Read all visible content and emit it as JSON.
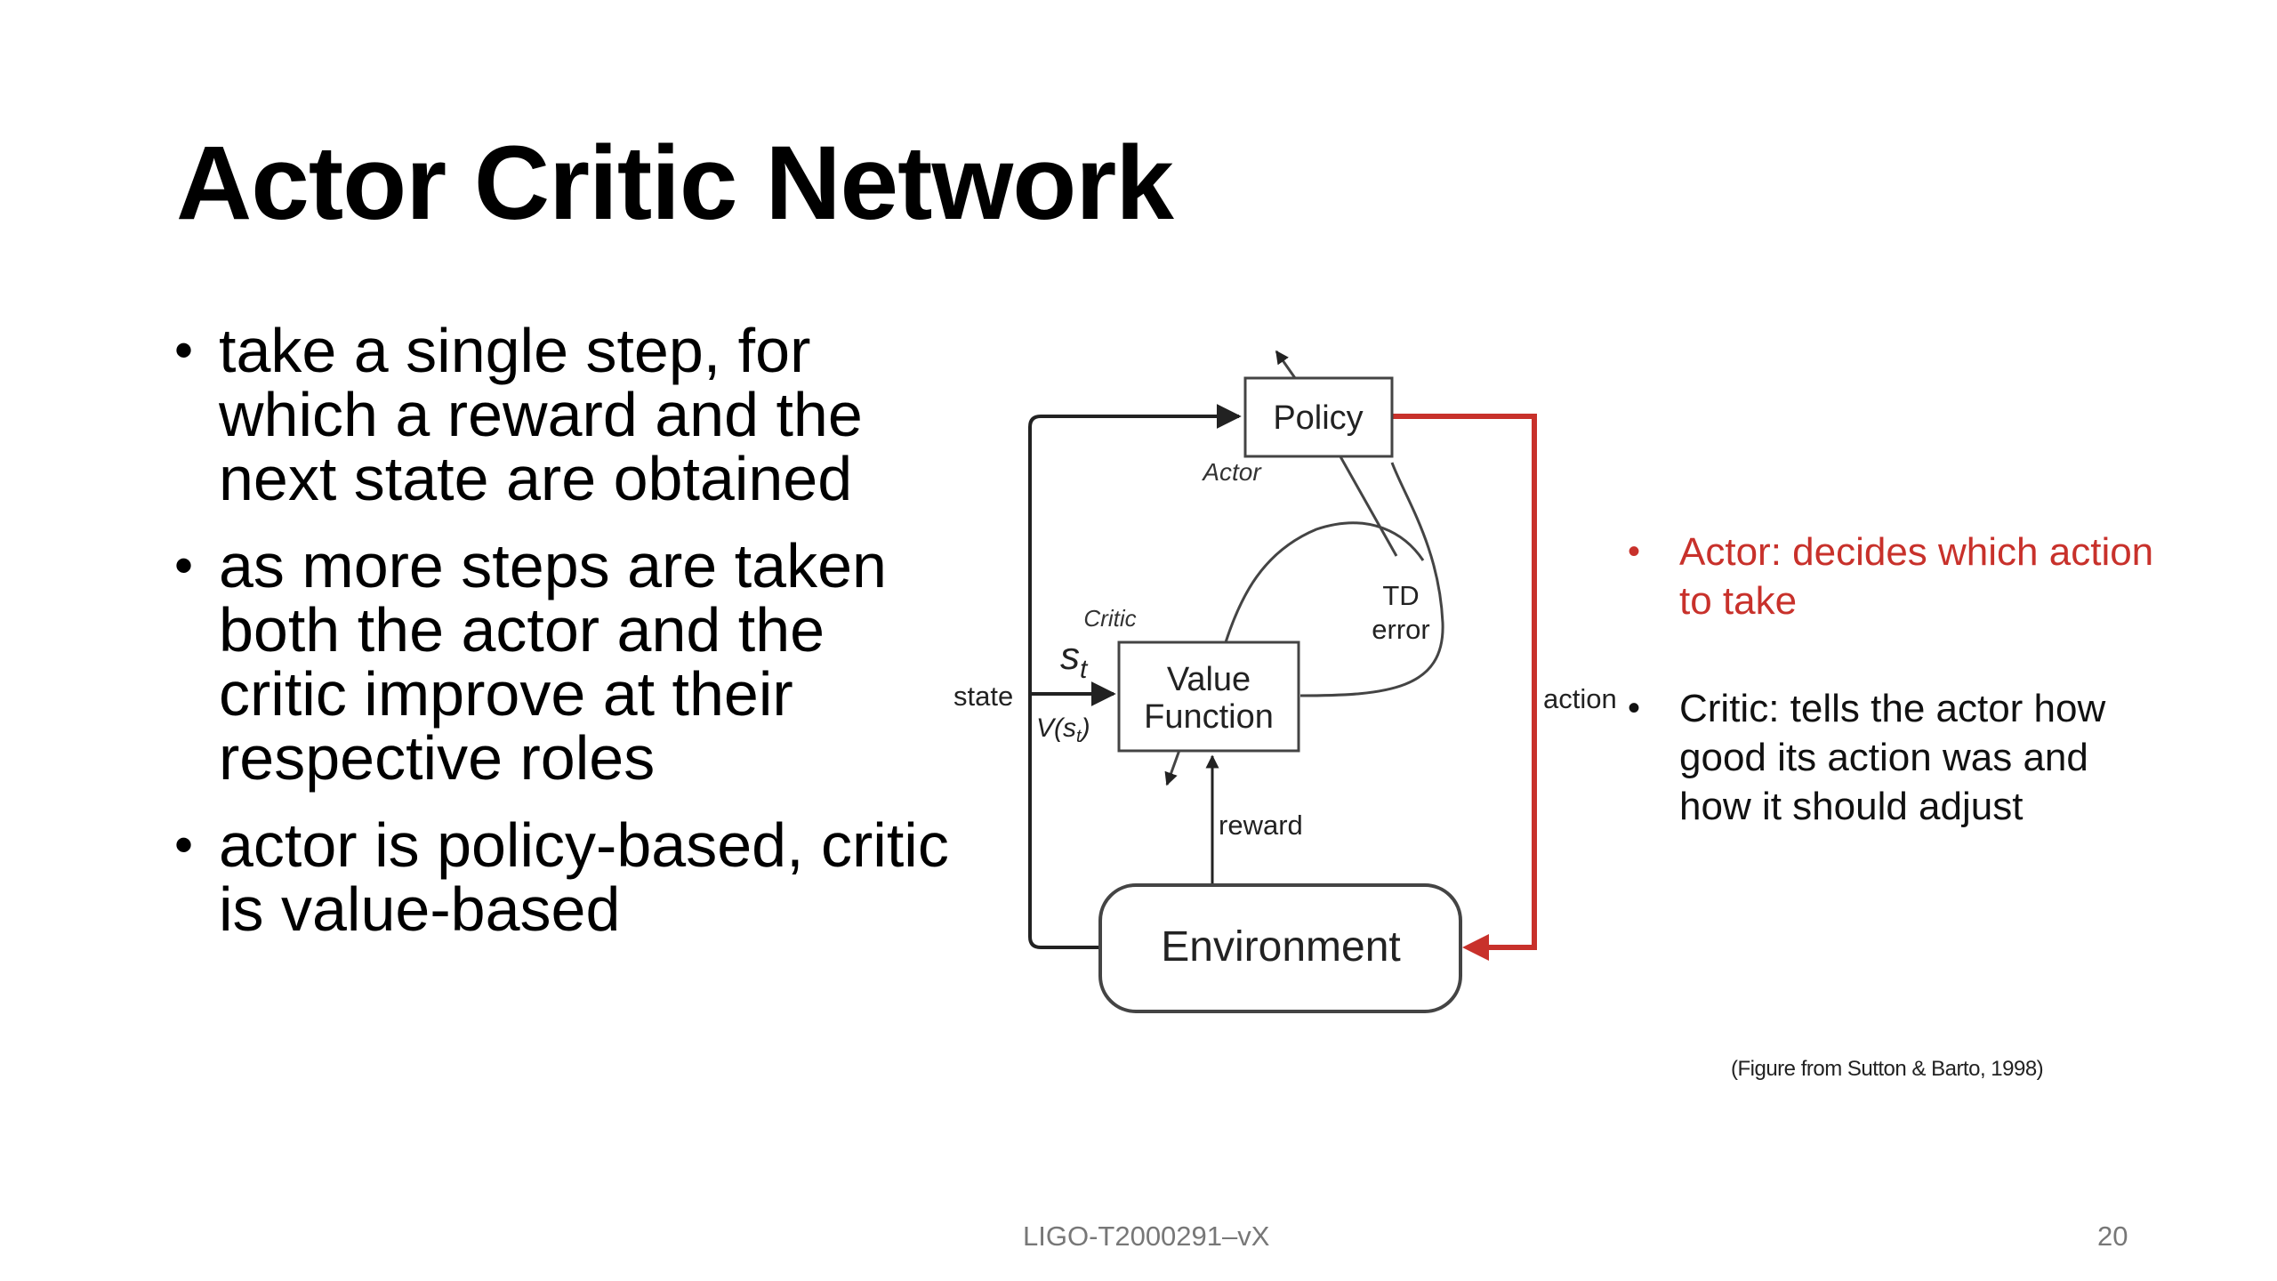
{
  "slide": {
    "title": "Actor Critic Network",
    "bullets": [
      "take a single step, for which a reward and the next state are obtained",
      "as more steps are taken both the actor and the critic improve at their respective roles",
      "actor is policy-based, critic is value-based"
    ]
  },
  "diagram": {
    "policy_label": "Policy",
    "actor_label": "Actor",
    "critic_label": "Critic",
    "value_function_line1": "Value",
    "value_function_line2": "Function",
    "environment_label": "Environment",
    "td_line1": "TD",
    "td_line2": "error",
    "state_label": "state",
    "state_symbol": "s",
    "state_subscript": "t",
    "value_symbol": "V(s",
    "value_subscript": "t",
    "value_close": ")",
    "reward_label": "reward",
    "action_label": "action",
    "action_arrow_color": "#c8312b",
    "credit": "(Figure from Sutton & Barto, 1998)"
  },
  "notes": [
    {
      "text": "Actor: decides which action to take",
      "color": "#c8312b"
    },
    {
      "text": "Critic: tells the actor how good its action was and how it should adjust",
      "color": "#111111"
    }
  ],
  "footer": {
    "document_id": "LIGO-T2000291–vX",
    "page_number": "20"
  }
}
